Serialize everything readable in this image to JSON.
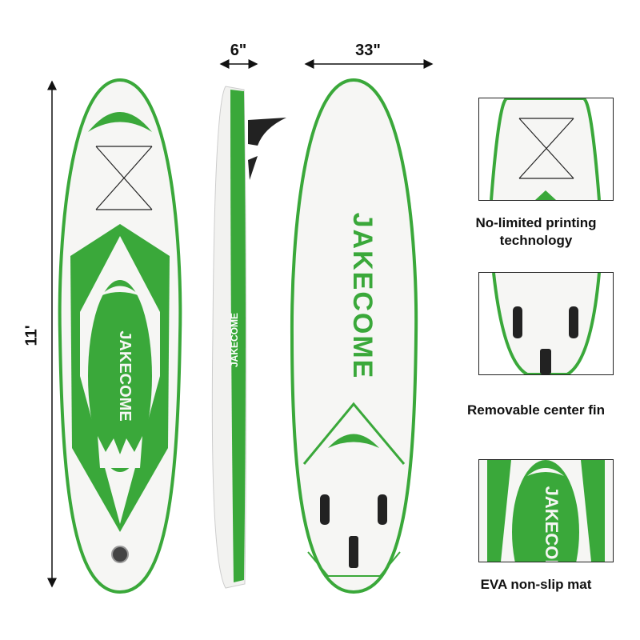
{
  "dimensions": {
    "length": "11'",
    "thickness": "6\"",
    "width": "33\""
  },
  "brand_logo": "JAKECOME",
  "features": [
    {
      "caption_line1": "No-limited printing",
      "caption_line2": "technology"
    },
    {
      "caption_line1": "Removable center fin"
    },
    {
      "caption_line1": "EVA non-slip mat"
    }
  ],
  "colors": {
    "green": "#3aa83a",
    "dark_green": "#2d8f2d",
    "board_white": "#f6f6f4"
  }
}
